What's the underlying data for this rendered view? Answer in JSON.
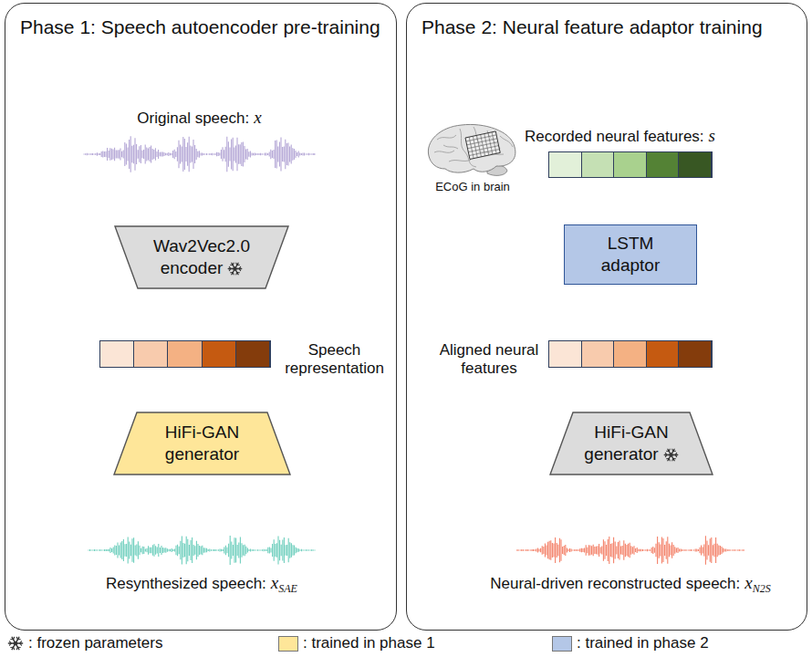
{
  "diagram": {
    "nodes": [
      {
        "text": [
          "Phase 1: Speech autoencoder pre-training"
        ]
      },
      {
        "text": [
          "Original speech:",
          "x"
        ],
        "in": 0
      },
      {
        "text": [
          "Wav2Vec2.0 encoder"
        ],
        "in": 0
      },
      {
        "text": [
          "Speech representation"
        ],
        "in": 0
      },
      {
        "text": [
          "HiFi-GAN generator"
        ],
        "in": 0
      },
      {
        "text": [
          "Resynthesized speech:",
          "x",
          "SAE"
        ],
        "in": 0
      },
      {
        "text": [
          "Phase 2: Neural feature adaptor training"
        ]
      },
      {
        "text": [
          "ECoG in brain"
        ],
        "in": 6
      },
      {
        "text": [
          "Recorded neural features:",
          "s"
        ],
        "in": 6
      },
      {
        "text": [
          "LSTM adaptor"
        ],
        "in": 6
      },
      {
        "text": [
          "Aligned neural features"
        ],
        "in": 6
      },
      {
        "text": [
          "HiFi-GAN generator"
        ],
        "in": 6
      },
      {
        "text": [
          "Neural-driven reconstructed speech:",
          "x",
          "N2S"
        ],
        "in": 6
      }
    ],
    "edges": [
      {
        "from": 1,
        "to": 2,
        "arrow": "to"
      },
      {
        "from": 2,
        "to": 3,
        "arrow": "to"
      },
      {
        "from": 3,
        "to": 4,
        "arrow": "to"
      },
      {
        "from": 4,
        "to": 5,
        "arrow": "to"
      },
      {
        "from": 7,
        "to": 8,
        "arrow": "to"
      },
      {
        "from": 8,
        "to": 9,
        "arrow": "to"
      },
      {
        "from": 9,
        "to": 10,
        "arrow": "to"
      },
      {
        "from": 10,
        "to": 11,
        "arrow": "to"
      },
      {
        "from": 11,
        "to": 12,
        "arrow": "to"
      }
    ],
    "legend": [
      {
        "text": ": frozen parameters"
      },
      {
        "text": ": trained in phase 1",
        "color": "#fee699"
      },
      {
        "text": ": trained in phase 2",
        "color": "#b4c7e7"
      }
    ]
  }
}
